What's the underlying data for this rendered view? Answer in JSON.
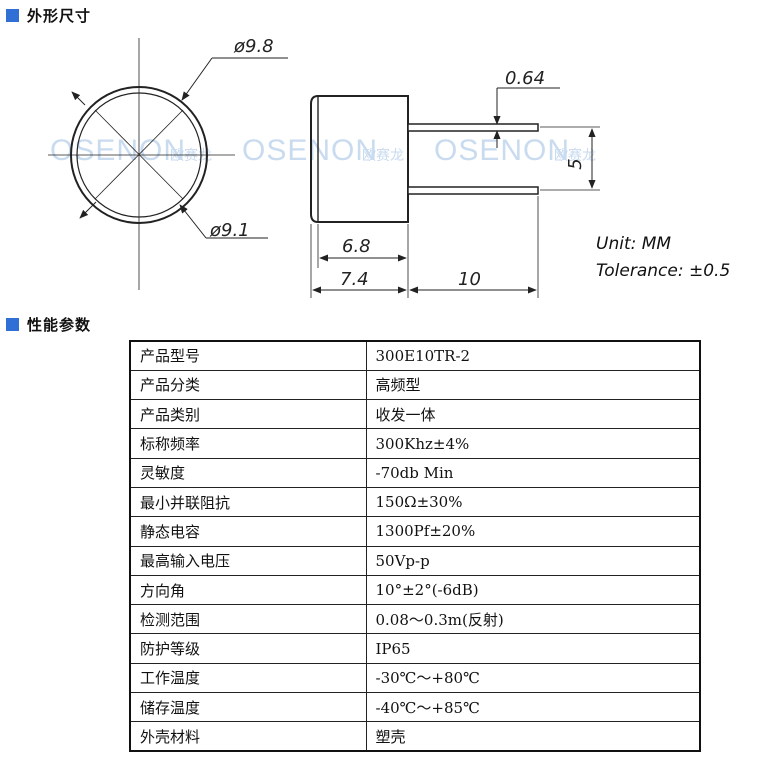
{
  "section_outline": {
    "title": "外形尺寸",
    "marker_color": "#2f6fd6"
  },
  "drawing": {
    "dimensions": {
      "outer_diameter": "ø9.8",
      "inner_diameter": "ø9.1",
      "pin_diameter": "0.64",
      "pin_spacing": "5",
      "body_length_inner": "6.8",
      "body_length_outer": "7.4",
      "pin_length": "10"
    },
    "unit_note": "Unit: MM",
    "tolerance_note": "Tolerance: ±0.5",
    "watermark": {
      "brand": "OSENON",
      "cn": "欧赛龙"
    }
  },
  "section_specs": {
    "title": "性能参数",
    "marker_color": "#2f6fd6"
  },
  "specs": {
    "rows": [
      {
        "label": "产品型号",
        "value": "300E10TR-2"
      },
      {
        "label": "产品分类",
        "value": "高频型"
      },
      {
        "label": "产品类别",
        "value": "收发一体"
      },
      {
        "label": "标称频率",
        "value": "300Khz±4%"
      },
      {
        "label": "灵敏度",
        "value": "-70db Min"
      },
      {
        "label": "最小并联阻抗",
        "value": "150Ω±30%"
      },
      {
        "label": "静态电容",
        "value": "1300Pf±20%"
      },
      {
        "label": "最高输入电压",
        "value": "50Vp-p"
      },
      {
        "label": "方向角",
        "value": "10°±2°(-6dB)"
      },
      {
        "label": "检测范围",
        "value": "0.08～0.3m(反射)"
      },
      {
        "label": "防护等级",
        "value": "IP65"
      },
      {
        "label": "工作温度",
        "value": "-30℃～+80℃"
      },
      {
        "label": "储存温度",
        "value": "-40℃～+85℃"
      },
      {
        "label": "外壳材料",
        "value": "塑壳"
      }
    ]
  }
}
